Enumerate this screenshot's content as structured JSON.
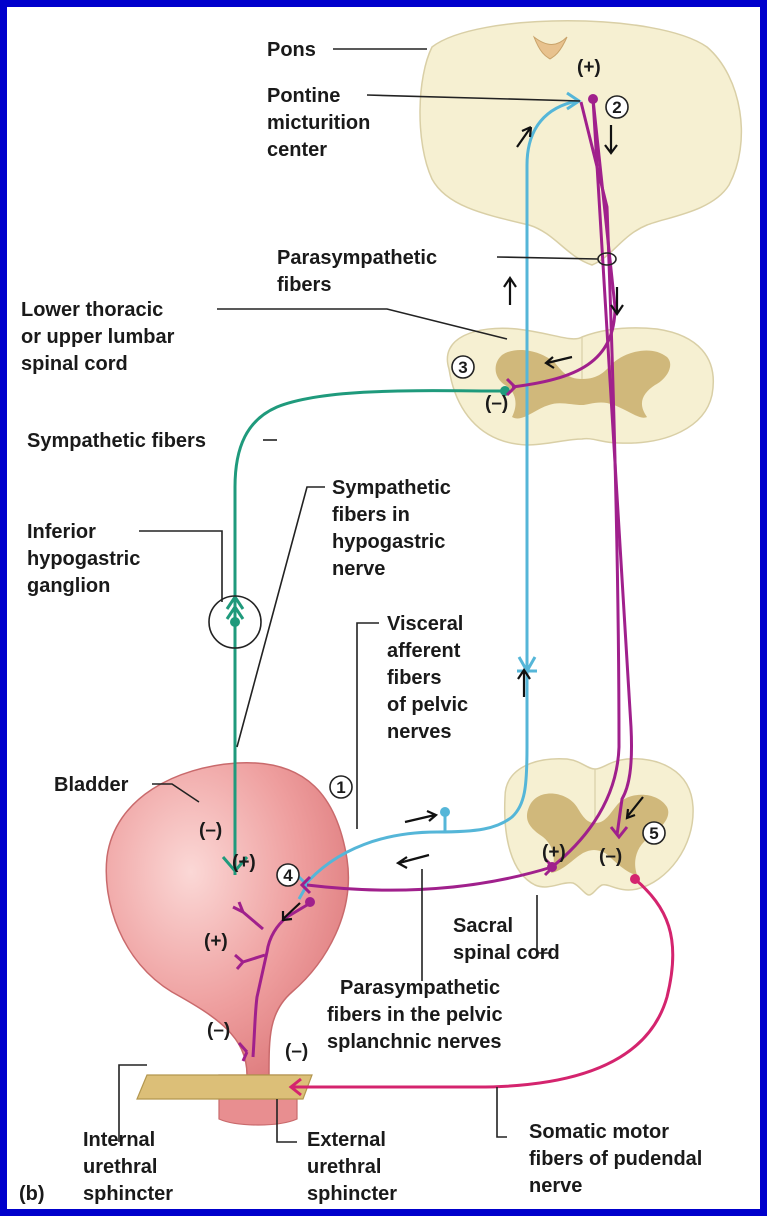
{
  "panel_label": "(b)",
  "labels": {
    "pons": "Pons",
    "pontine_center": [
      "Pontine",
      "micturition",
      "center"
    ],
    "parasympathetic_fibers": [
      "Parasympathetic",
      "fibers"
    ],
    "lower_thoracic": [
      "Lower thoracic",
      "or upper lumbar",
      "spinal cord"
    ],
    "sympathetic_fibers": "Sympathetic fibers",
    "sympathetic_hypogastric": [
      "Sympathetic",
      "fibers in",
      "hypogastric",
      "nerve"
    ],
    "inferior_ganglion": [
      "Inferior",
      "hypogastric",
      "ganglion"
    ],
    "visceral_afferent": [
      "Visceral",
      "afferent",
      "fibers",
      "of pelvic",
      "nerves"
    ],
    "bladder": "Bladder",
    "sacral": [
      "Sacral",
      "spinal cord"
    ],
    "pelvic_splanchnic": [
      "Parasympathetic",
      "fibers in the pelvic",
      "splanchnic nerves"
    ],
    "somatic_motor": [
      "Somatic motor",
      "fibers of pudendal",
      "nerve"
    ],
    "internal_sphincter": [
      "Internal",
      "urethral",
      "sphincter"
    ],
    "external_sphincter": [
      "External",
      "urethral",
      "sphincter"
    ]
  },
  "signs": {
    "pons_plus": "(+)",
    "thoracic_minus": "(–)",
    "bladder_minus": "(–)",
    "bladder_plus_upper": "(+)",
    "bladder_plus_lower": "(+)",
    "neck_minus": "(–)",
    "sacral_plus": "(+)",
    "sacral_minus": "(–)",
    "external_minus": "(–)"
  },
  "steps": [
    "1",
    "2",
    "3",
    "4",
    "5"
  ],
  "colors": {
    "border": "#0000cc",
    "afferent": "#55b6d8",
    "parasympathetic": "#a0208c",
    "sympathetic": "#1f9a7c",
    "somatic": "#d4246e",
    "tissue": "#f6f0d2",
    "grey_matter": "#c9ae6c",
    "bladder": "#ec9c9c",
    "sphincter": "#dcbf78"
  }
}
